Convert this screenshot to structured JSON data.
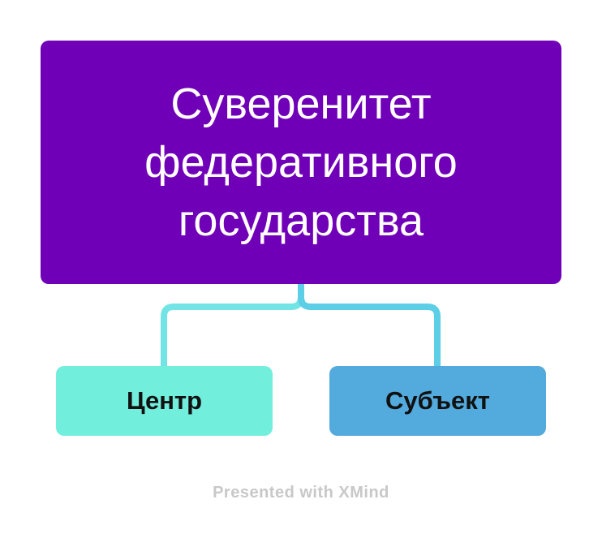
{
  "root": {
    "title_lines": [
      "Суверенитет",
      "федеративного",
      "государства"
    ],
    "color": "#7000b8"
  },
  "children": [
    {
      "label": "Центр",
      "color": "#72eedd"
    },
    {
      "label": "Субъект",
      "color": "#52aadd"
    }
  ],
  "connector_colors": [
    "#72e4e6",
    "#5ccfe6"
  ],
  "watermark": "Presented with XMind"
}
